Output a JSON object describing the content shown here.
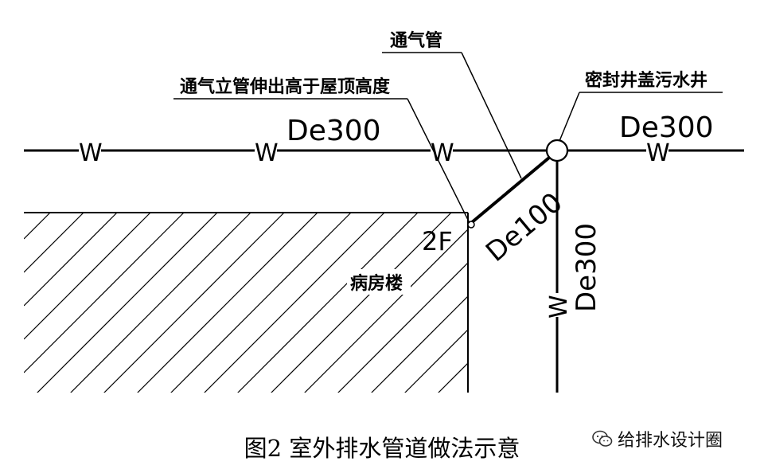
{
  "labels": {
    "vent_pipe": "通气管",
    "vent_riser_note": "通气立管伸出高于屋顶高度",
    "sealed_manhole": "密封井盖污水井",
    "building": "病房楼",
    "floor": "2F",
    "pipe_main_left": "De300",
    "pipe_main_right": "De300",
    "pipe_branch": "De100",
    "pipe_down": "De300",
    "w_mark": "W"
  },
  "caption": "图2  室外排水管道做法示意",
  "watermark": "给排水设计圈",
  "icons": {
    "watermark_icon": "wechat-icon"
  }
}
